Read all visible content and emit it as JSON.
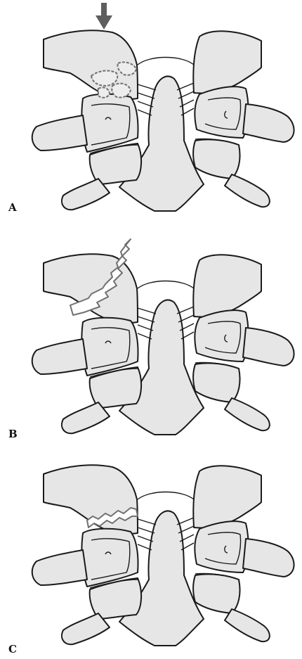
{
  "panels": [
    {
      "label": "A",
      "fracture": "comminuted"
    },
    {
      "label": "B",
      "fracture": "oblique"
    },
    {
      "label": "C",
      "fracture": "transverse"
    }
  ],
  "colors": {
    "bone_fill": "#e6e6e6",
    "outline": "#1a1a1a",
    "fracture_line": "#707070",
    "arrow": "#5e5e5e"
  },
  "icons": {
    "force_arrow": "down-arrow-icon"
  }
}
